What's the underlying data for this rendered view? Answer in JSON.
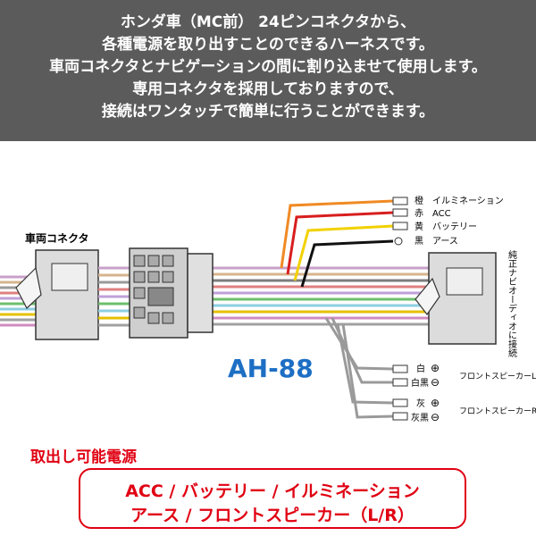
{
  "intro": {
    "lines": [
      "ホンダ車（MC前） 24ピンコネクタから、",
      "各種電源を取り出すことのできるハーネスです。",
      "車両コネクタとナビゲーションの間に割り込ませて使用します。",
      "専用コネクタを採用しておりますので、",
      "接続はワンタッチで簡単に行うことができます。"
    ]
  },
  "diagram": {
    "vehicle_connector_label": "車両コネクタ",
    "product_code": "AH-88",
    "navi_connector_label": "純正ナビオーディオに接続",
    "terminals": [
      {
        "color_name": "橙",
        "function": "イルミネーション",
        "wire_color": "#f08a24"
      },
      {
        "color_name": "赤",
        "function": "ACC",
        "wire_color": "#d81e1e"
      },
      {
        "color_name": "黄",
        "function": "バッテリー",
        "wire_color": "#f2d100"
      },
      {
        "color_name": "黒",
        "function": "アース",
        "wire_color": "#111111"
      }
    ],
    "speakers": [
      {
        "name": "フロントスピーカーL",
        "plus_label": "白",
        "minus_label": "白黒"
      },
      {
        "name": "フロントスピーカーR",
        "plus_label": "灰",
        "minus_label": "灰黒"
      }
    ],
    "plus_symbol": "⊕",
    "minus_symbol": "⊖"
  },
  "powers": {
    "title": "取出し可能電源",
    "line1": "ACC / バッテリー / イルミネーション",
    "line2": "アース / フロントスピーカー（L/R）"
  },
  "colors": {
    "banner_bg": "#5b5b5b",
    "accent_red": "#e00012",
    "product_code_blue": "#1d6fc4"
  }
}
